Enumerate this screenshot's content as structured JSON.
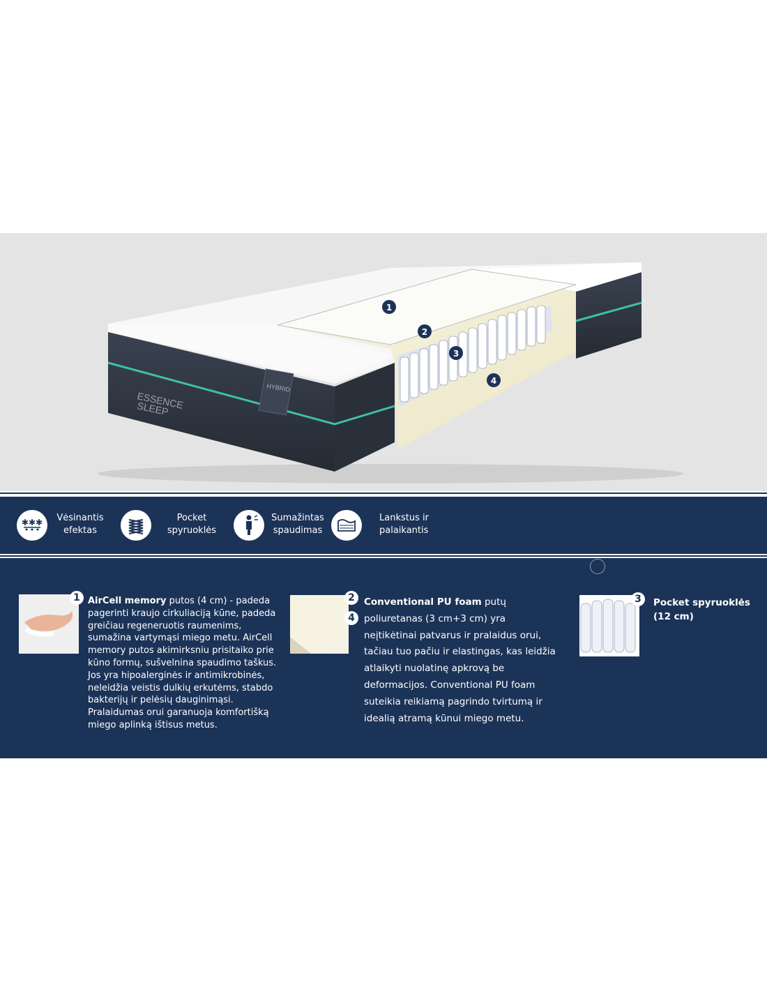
{
  "hero": {
    "brand_line1": "ESSENCE",
    "brand_line2": "SLEEP",
    "label_tag": "HYBRID",
    "markers": [
      "1",
      "2",
      "3",
      "4"
    ]
  },
  "features": [
    {
      "icon": "snowflake-drops-icon",
      "label": "Vėsinantis\nefektas"
    },
    {
      "icon": "spring-coil-icon",
      "label": "Pocket\nspyruoklės"
    },
    {
      "icon": "person-pressure-icon",
      "label": "Sumažintas\nspaudimas"
    },
    {
      "icon": "foam-layers-icon",
      "label": "Lankstus ir\npalaikantis"
    }
  ],
  "details": {
    "aircell": {
      "badge": "1",
      "title": "AirCell memory",
      "text": " putos (4 cm) - padeda pagerinti kraujo cirkuliaciją kūne, padeda greičiau regeneruotis raumenims, sumažina vartymąsi miego metu. AirCell memory putos akimirksniu prisitaiko prie kūno formų, sušvelnina spaudimo taškus. Jos yra hipoalerginės ir antimikrobinės, neleidžia veistis dulkių erkutėms, stabdo bakterijų ir pelėsių dauginimąsi. Pralaidumas orui garanuoja komfortišką miego aplinką ištisus metus."
    },
    "pu_foam": {
      "badge_a": "2",
      "badge_b": "4",
      "title": "Conventional PU foam",
      "text": " putų poliuretanas (3 cm+3 cm) yra neįtikėtinai patvarus ir pralaidus orui, tačiau tuo pačiu ir elastingas, kas leidžia atlaikyti nuolatinę apkrovą be deformacijos. Conventional PU foam suteikia reikiamą pagrindo tvirtumą ir idealią atramą kūnui miego metu."
    },
    "pocket": {
      "badge": "3",
      "title": "Pocket spyruoklės (12 cm)"
    }
  },
  "colors": {
    "navy": "#1c3358",
    "accent_teal": "#3fbfa6",
    "mattress_side": "#2f3640"
  }
}
